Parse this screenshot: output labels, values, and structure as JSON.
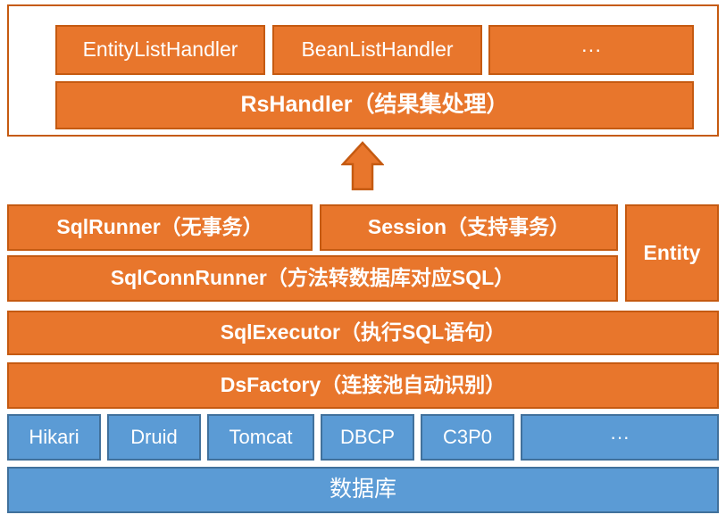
{
  "diagram": {
    "title": "Database access layer architecture",
    "colors": {
      "orange_fill": "#E8762C",
      "orange_border": "#C55A11",
      "blue_fill": "#5B9BD5",
      "blue_border": "#41719C",
      "text": "#FFFFFF",
      "background": "#FFFFFF"
    }
  },
  "handler_layer": {
    "handlers": [
      {
        "label": "EntityListHandler"
      },
      {
        "label": "BeanListHandler"
      },
      {
        "label": "···"
      }
    ],
    "base": {
      "label": "RsHandler（结果集处理）"
    }
  },
  "arrow": {
    "name": "up-arrow-icon",
    "direction": "up"
  },
  "runner_layer": {
    "sql_runner": {
      "label": "SqlRunner（无事务）"
    },
    "session": {
      "label": "Session（支持事务）"
    },
    "sql_conn_runner": {
      "label": "SqlConnRunner（方法转数据库对应SQL）"
    },
    "entity": {
      "label": "Entity"
    }
  },
  "executor_layer": {
    "sql_executor": {
      "label": "SqlExecutor（执行SQL语句）"
    },
    "ds_factory": {
      "label": "DsFactory（连接池自动识别）"
    }
  },
  "pool_layer": {
    "pools": [
      {
        "label": "Hikari"
      },
      {
        "label": "Druid"
      },
      {
        "label": "Tomcat"
      },
      {
        "label": "DBCP"
      },
      {
        "label": "C3P0"
      },
      {
        "label": "···"
      }
    ]
  },
  "database_layer": {
    "database": {
      "label": "数据库"
    }
  }
}
